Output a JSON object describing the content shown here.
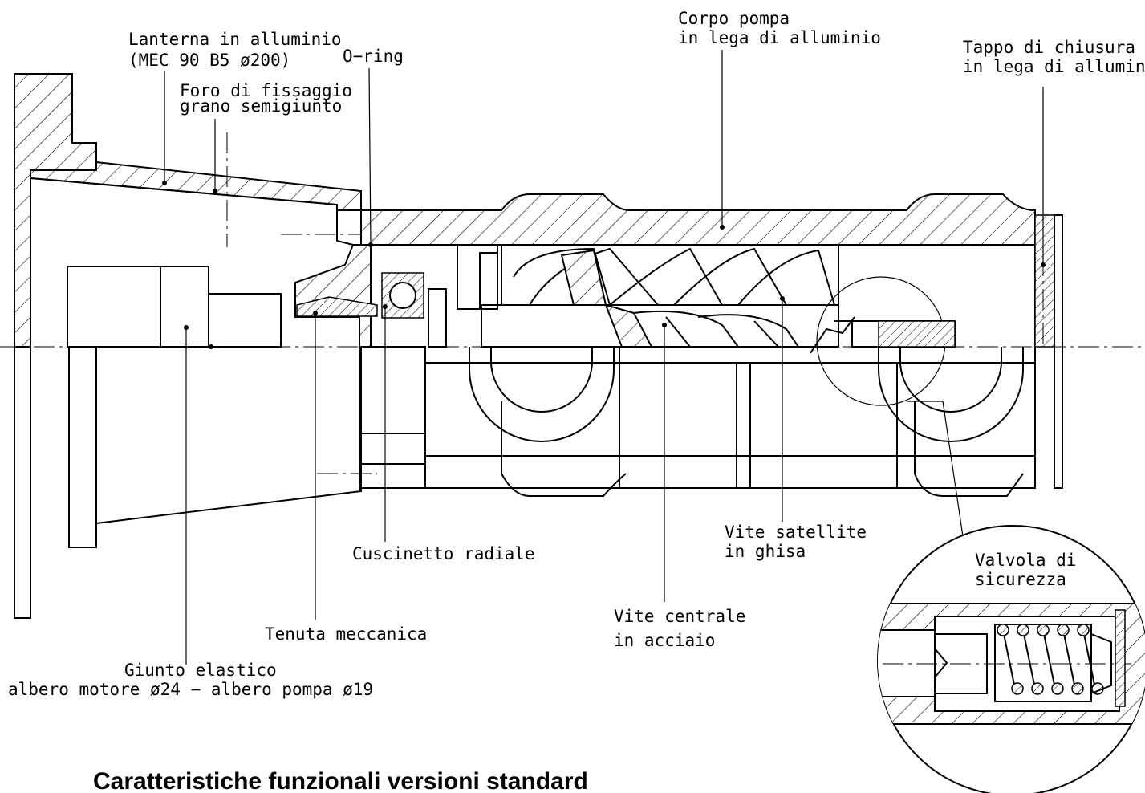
{
  "labels": {
    "lanterna_1": "Lanterna in alluminio",
    "lanterna_2": "(MEC 90 B5 ø200)",
    "oring": "O−ring",
    "foro_1": "Foro di fissaggio",
    "foro_2": "grano semigiunto",
    "corpo_1": "Corpo pompa",
    "corpo_2": "in lega di alluminio",
    "tappo_1": "Tappo di chiusura",
    "tappo_2": "in lega di alluminio",
    "vite_sat_1": "Vite satellite",
    "vite_sat_2": "in ghisa",
    "valvola_1": "Valvola di",
    "valvola_2": "sicurezza",
    "cuscinetto": "Cuscinetto radiale",
    "vite_cen_1": "Vite centrale",
    "vite_cen_2": "in acciaio",
    "tenuta": "Tenuta meccanica",
    "giunto_1": "Giunto elastico",
    "giunto_2": "albero motore ø24 − albero pompa ø19"
  },
  "footer": {
    "title": "Caratteristiche funzionali versioni standard"
  }
}
